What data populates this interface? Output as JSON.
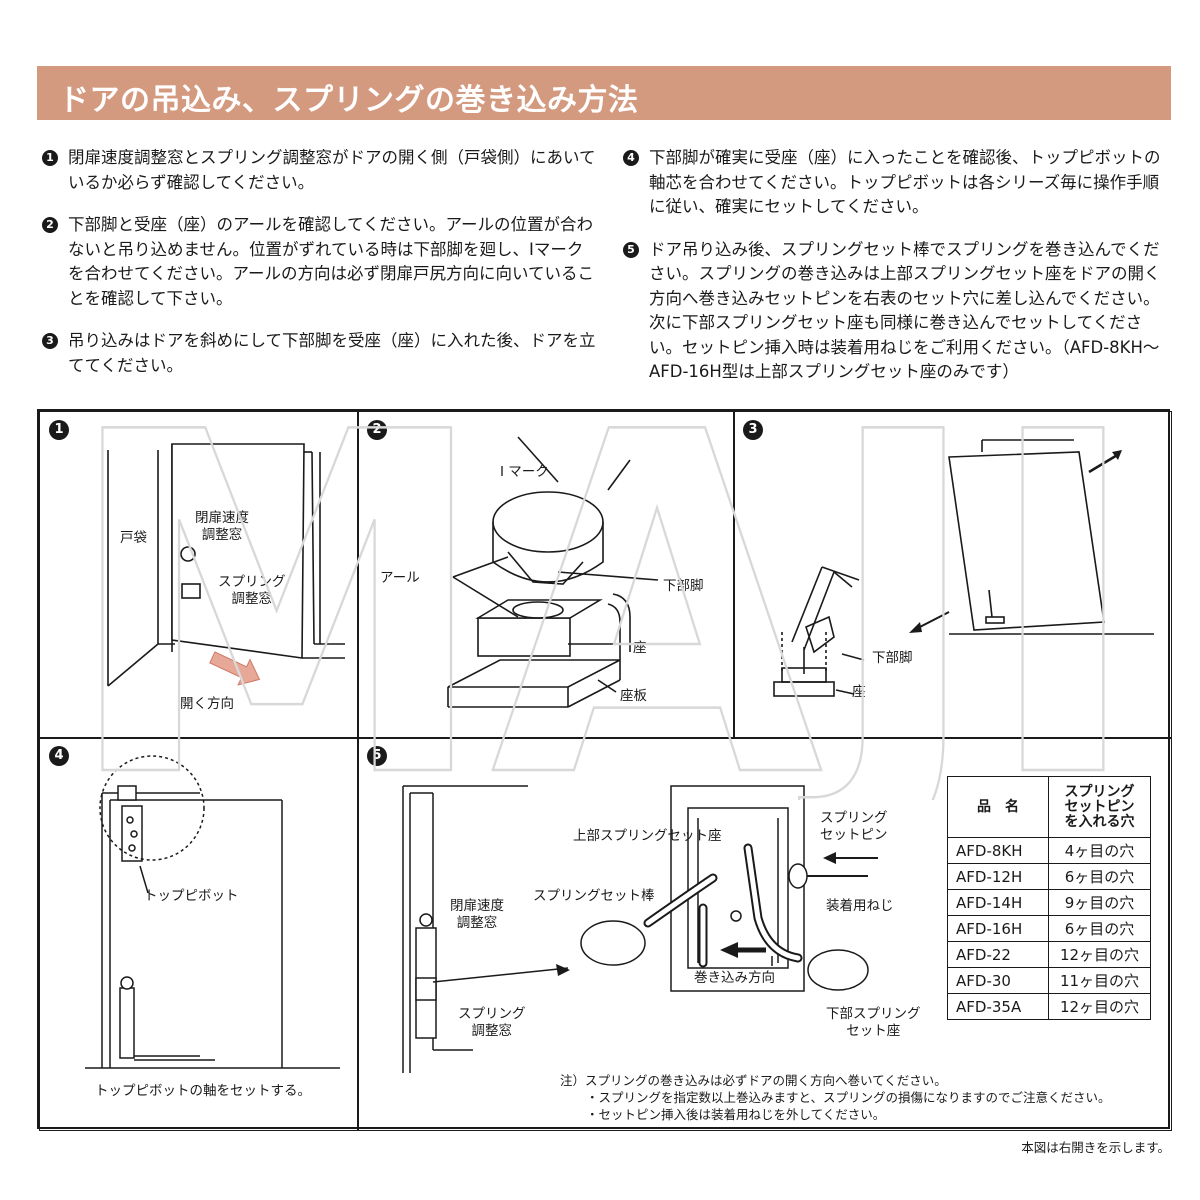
{
  "title": "ドアの吊込み、スプリングの巻き込み方法",
  "steps_left": [
    {
      "num": "1",
      "text": "閉扉速度調整窓とスプリング調整窓がドアの開く側（戸袋側）にあいているか必らず確認してください。"
    },
    {
      "num": "2",
      "text": "下部脚と受座（座）のアールを確認してください。アールの位置が合わないと吊り込めません。位置がずれている時は下部脚を廻し、Iマークを合わせてください。アールの方向は必ず閉扉戸尻方向に向いていることを確認して下さい。"
    },
    {
      "num": "3",
      "text": "吊り込みはドアを斜めにして下部脚を受座（座）に入れた後、ドアを立ててください。"
    }
  ],
  "steps_right": [
    {
      "num": "4",
      "text": "下部脚が確実に受座（座）に入ったことを確認後、トップピボットの軸芯を合わせてください。トップピボットは各シリーズ毎に操作手順に従い、確実にセットしてください。"
    },
    {
      "num": "5",
      "text": "ドア吊り込み後、スプリングセット棒でスプリングを巻き込んでください。スプリングの巻き込みは上部スプリングセット座をドアの開く方向へ巻き込みセットピンを右表のセット穴に差し込んでください。次に下部スプリングセット座も同様に巻き込んでセットしてください。セットピン挿入時は装着用ねじをご利用ください。（AFD-8KH～AFD-16H型は上部スプリングセット座のみです）"
    }
  ],
  "watermark": "MAJI",
  "panels": {
    "p1": {
      "num": "1",
      "tobukuro": "戸袋",
      "speed_window": [
        "閉扉速度",
        "調整窓"
      ],
      "spring_window": [
        "スプリング",
        "調整窓"
      ],
      "open_direction": "開く方向"
    },
    "p2": {
      "num": "2",
      "i_mark": "I マーク",
      "arl": "アール",
      "lower_leg": "下部脚",
      "seat": "座",
      "seat_plate": "座板"
    },
    "p3": {
      "num": "3",
      "lower_leg": "下部脚",
      "seat": "座"
    },
    "p4": {
      "num": "4",
      "top_pivot": "トップピボット",
      "caption": "トップピボットの軸をセットする。"
    },
    "p5": {
      "num": "5",
      "speed_window": [
        "閉扉速度",
        "調整窓"
      ],
      "spring_window": [
        "スプリング",
        "調整窓"
      ],
      "upper_seat": "上部スプリングセット座",
      "set_rod": "スプリングセット棒",
      "set_pin": [
        "スプリング",
        "セットピン"
      ],
      "screw": "装着用ねじ",
      "wind_direction": "巻き込み方向",
      "lower_seat": [
        "下部スプリング",
        "セット座"
      ],
      "notes": [
        "注）スプリングの巻き込みは必ずドアの開く方向へ巻いてください。",
        "・スプリングを指定数以上巻込みますと、スプリングの損傷になりますのでご注意ください。",
        "・セットピン挿入後は装着用ねじを外してください。"
      ]
    }
  },
  "table": {
    "headers": [
      "品　名",
      "スプリングセットピンを入れる穴"
    ],
    "header2_lines": [
      "スプリング",
      "セットピン",
      "を入れる穴"
    ],
    "rows": [
      [
        "AFD-8KH",
        "4ヶ目の穴"
      ],
      [
        "AFD-12H",
        "6ヶ目の穴"
      ],
      [
        "AFD-14H",
        "9ヶ目の穴"
      ],
      [
        "AFD-16H",
        "6ヶ目の穴"
      ],
      [
        "AFD-22",
        "12ヶ目の穴"
      ],
      [
        "AFD-30",
        "11ヶ目の穴"
      ],
      [
        "AFD-35A",
        "12ヶ目の穴"
      ]
    ]
  },
  "footer": "本図は右開きを示します。",
  "colors": {
    "banner": "#d49a80",
    "arrow": "#e8a898",
    "ink": "#1a1a1a"
  }
}
